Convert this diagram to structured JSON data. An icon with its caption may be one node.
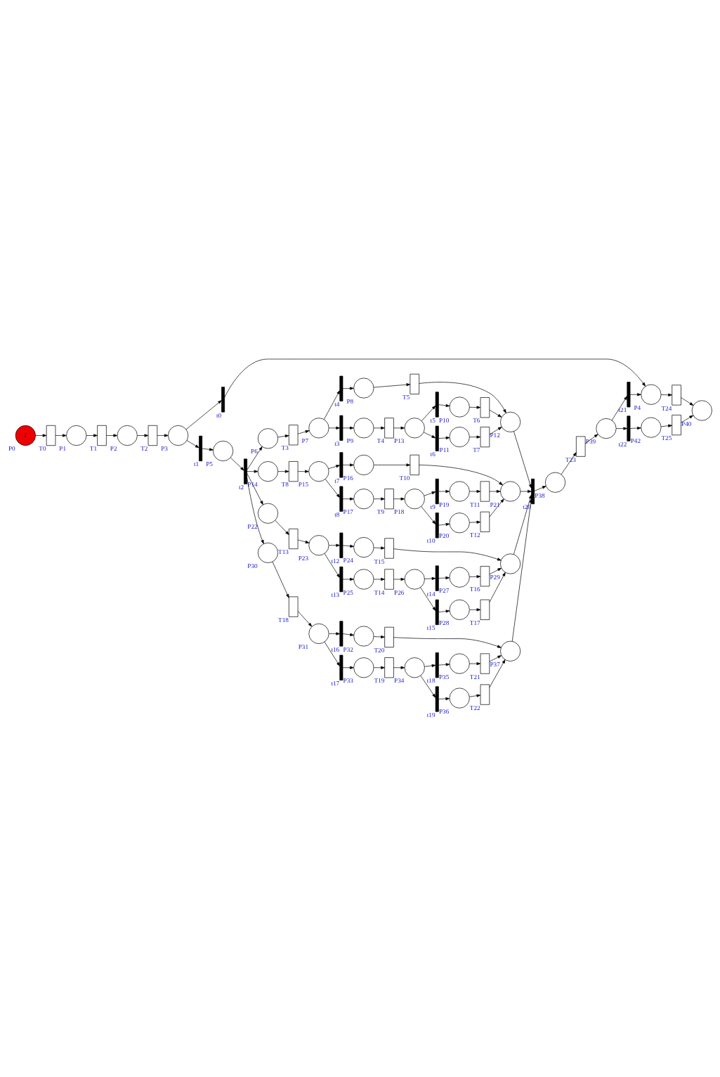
{
  "diagram": {
    "nodes": [
      {
        "text": [
          "1"
        ],
        "beside": [
          "P0"
        ]
      },
      {
        "text": [],
        "shape": "box",
        "beside": [
          "T0"
        ]
      },
      {
        "text": [],
        "shape": "circle",
        "beside": [
          "P1"
        ]
      },
      {
        "text": [],
        "shape": "box",
        "beside": [
          "T1"
        ]
      },
      {
        "text": [],
        "shape": "circle",
        "beside": [
          "P2"
        ]
      },
      {
        "text": [],
        "shape": "box",
        "beside": [
          "T2"
        ]
      },
      {
        "text": [],
        "shape": "circle",
        "beside": [
          "P3"
        ]
      },
      {
        "text": [],
        "shape": "bar",
        "beside": [
          "t0"
        ]
      },
      {
        "text": [],
        "shape": "bar",
        "beside": [
          "t1"
        ]
      },
      {
        "text": [],
        "shape": "circle",
        "beside": [
          "P5"
        ]
      },
      {
        "text": [],
        "shape": "bar",
        "beside": [
          "t2"
        ]
      },
      {
        "text": [],
        "shape": "bar",
        "beside": [
          "t4"
        ]
      },
      {
        "text": [],
        "shape": "circle",
        "beside": [
          "P8"
        ]
      },
      {
        "text": [],
        "shape": "box",
        "beside": [
          "T5"
        ]
      },
      {
        "text": [],
        "shape": "circle",
        "beside": [
          "P12"
        ]
      },
      {
        "text": [],
        "shape": "circle",
        "beside": [
          "P6"
        ]
      },
      {
        "text": [],
        "shape": "box",
        "beside": [
          "T3"
        ]
      },
      {
        "text": [],
        "shape": "circle",
        "beside": [
          "P7"
        ]
      },
      {
        "text": [],
        "shape": "bar",
        "beside": [
          "t3"
        ]
      },
      {
        "text": [],
        "shape": "circle",
        "beside": [
          "P9"
        ]
      },
      {
        "text": [],
        "shape": "box",
        "beside": [
          "T4"
        ]
      },
      {
        "text": [],
        "shape": "circle",
        "beside": [
          "P13"
        ]
      },
      {
        "text": [],
        "shape": "bar",
        "beside": [
          "t5"
        ]
      },
      {
        "text": [],
        "shape": "circle",
        "beside": [
          "P10"
        ]
      },
      {
        "text": [],
        "shape": "box",
        "beside": [
          "T6"
        ]
      },
      {
        "text": [],
        "shape": "bar",
        "beside": [
          "t6"
        ]
      },
      {
        "text": [],
        "shape": "circle",
        "beside": [
          "P11"
        ]
      },
      {
        "text": [],
        "shape": "box",
        "beside": [
          "T7"
        ]
      },
      {
        "text": [],
        "shape": "bar",
        "beside": [
          "t7"
        ]
      },
      {
        "text": [],
        "shape": "circle",
        "beside": [
          "P16"
        ]
      },
      {
        "text": [],
        "shape": "box",
        "beside": [
          "T10"
        ]
      },
      {
        "text": [],
        "shape": "circle",
        "beside": [
          "P21"
        ]
      },
      {
        "text": [],
        "shape": "circle",
        "beside": [
          "P14"
        ]
      },
      {
        "text": [],
        "shape": "box",
        "beside": [
          "T8"
        ]
      },
      {
        "text": [],
        "shape": "circle",
        "beside": [
          "P15"
        ]
      },
      {
        "text": [],
        "shape": "bar",
        "beside": [
          "t8"
        ]
      },
      {
        "text": [],
        "shape": "circle",
        "beside": [
          "P17"
        ]
      },
      {
        "text": [],
        "shape": "box",
        "beside": [
          "T9"
        ]
      },
      {
        "text": [],
        "shape": "circle",
        "beside": [
          "P18"
        ]
      },
      {
        "text": [],
        "shape": "bar",
        "beside": [
          "t9"
        ]
      },
      {
        "text": [],
        "shape": "circle",
        "beside": [
          "P19"
        ]
      },
      {
        "text": [],
        "shape": "box",
        "beside": [
          "T11"
        ]
      },
      {
        "text": [],
        "shape": "bar",
        "beside": [
          "t10"
        ]
      },
      {
        "text": [],
        "shape": "circle",
        "beside": [
          "P20"
        ]
      },
      {
        "text": [],
        "shape": "box",
        "beside": [
          "T12"
        ]
      },
      {
        "text": [],
        "shape": "bar",
        "beside": [
          "t20"
        ]
      },
      {
        "text": [],
        "shape": "bar",
        "beside": [
          "t12"
        ]
      },
      {
        "text": [],
        "shape": "circle",
        "beside": [
          "P24"
        ]
      },
      {
        "text": [],
        "shape": "box",
        "beside": [
          "T15"
        ]
      },
      {
        "text": [],
        "shape": "circle",
        "beside": [
          "P29"
        ]
      },
      {
        "text": [],
        "shape": "circle",
        "beside": [
          "P22"
        ]
      },
      {
        "text": [],
        "shape": "box",
        "beside": [
          "T13"
        ]
      },
      {
        "text": [],
        "shape": "circle",
        "beside": [
          "P23"
        ]
      },
      {
        "text": [],
        "shape": "bar",
        "beside": [
          "t13"
        ]
      },
      {
        "text": [],
        "shape": "circle",
        "beside": [
          "P25"
        ]
      },
      {
        "text": [],
        "shape": "box",
        "beside": [
          "T14"
        ]
      },
      {
        "text": [],
        "shape": "circle",
        "beside": [
          "P26"
        ]
      },
      {
        "text": [],
        "shape": "bar",
        "beside": [
          "t14"
        ]
      },
      {
        "text": [],
        "shape": "circle",
        "beside": [
          "P27"
        ]
      },
      {
        "text": [],
        "shape": "box",
        "beside": [
          "T16"
        ]
      },
      {
        "text": [],
        "shape": "bar",
        "beside": [
          "t15"
        ]
      },
      {
        "text": [],
        "shape": "circle",
        "beside": [
          "P28"
        ]
      },
      {
        "text": [],
        "shape": "box",
        "beside": [
          "T17"
        ]
      },
      {
        "text": [],
        "shape": "bar",
        "beside": [
          "t16"
        ]
      },
      {
        "text": [],
        "shape": "circle",
        "beside": [
          "P32"
        ]
      },
      {
        "text": [],
        "shape": "box",
        "beside": [
          "T20"
        ]
      },
      {
        "text": [],
        "shape": "circle",
        "beside": [
          "P37"
        ]
      },
      {
        "text": [],
        "shape": "circle",
        "beside": [
          "P30"
        ]
      },
      {
        "text": [],
        "shape": "box",
        "beside": [
          "T18"
        ]
      },
      {
        "text": [],
        "shape": "circle",
        "beside": [
          "P31"
        ]
      },
      {
        "text": [],
        "shape": "bar",
        "beside": [
          "t17"
        ]
      },
      {
        "text": [],
        "shape": "circle",
        "beside": [
          "P33"
        ]
      },
      {
        "text": [],
        "shape": "box",
        "beside": [
          "T19"
        ]
      },
      {
        "text": [],
        "shape": "circle",
        "beside": [
          "P34"
        ]
      },
      {
        "text": [],
        "shape": "bar",
        "beside": [
          "t18"
        ]
      },
      {
        "text": [],
        "shape": "circle",
        "beside": [
          "P35"
        ]
      },
      {
        "text": [],
        "shape": "box",
        "beside": [
          "T21"
        ]
      },
      {
        "text": [],
        "shape": "bar",
        "beside": [
          "t19"
        ]
      },
      {
        "text": [],
        "shape": "circle",
        "beside": [
          "P36"
        ]
      },
      {
        "text": [],
        "shape": "box",
        "beside": [
          "T22"
        ]
      },
      {
        "text": [],
        "shape": "circle",
        "beside": [
          "P38"
        ]
      },
      {
        "text": [],
        "shape": "box",
        "beside": [
          "T23"
        ]
      },
      {
        "text": [],
        "shape": "circle",
        "beside": [
          "P39"
        ]
      },
      {
        "text": [],
        "shape": "bar",
        "beside": [
          "t21"
        ]
      },
      {
        "text": [],
        "shape": "circle",
        "beside": [
          "P4"
        ]
      },
      {
        "text": [],
        "shape": "box",
        "beside": [
          "T24"
        ]
      },
      {
        "text": [],
        "shape": "circle",
        "beside": [
          "P40"
        ]
      },
      {
        "text": [],
        "shape": "bar",
        "beside": [
          "t22"
        ]
      },
      {
        "text": [],
        "shape": "circle",
        "beside": [
          "P42"
        ]
      },
      {
        "text": [],
        "shape": "box",
        "beside": [
          "T25"
        ]
      }
    ],
    "edges": [
      {
        "from": 0,
        "to": 1,
        "arrow": "to"
      },
      {
        "from": 1,
        "to": 2,
        "arrow": "to"
      },
      {
        "from": 2,
        "to": 3,
        "arrow": "to"
      },
      {
        "from": 3,
        "to": 4,
        "arrow": "to"
      },
      {
        "from": 4,
        "to": 5,
        "arrow": "to"
      },
      {
        "from": 5,
        "to": 6,
        "arrow": "to"
      },
      {
        "from": 6,
        "to": 7,
        "arrow": "to"
      },
      {
        "from": 6,
        "to": 8,
        "arrow": "to"
      },
      {
        "from": 8,
        "to": 9,
        "arrow": "to"
      },
      {
        "from": 9,
        "to": 10,
        "arrow": "to"
      },
      {
        "from": 7,
        "to": 84,
        "arrow": "to"
      },
      {
        "from": 10,
        "to": 15,
        "arrow": "to"
      },
      {
        "from": 15,
        "to": 16,
        "arrow": "to"
      },
      {
        "from": 16,
        "to": 17,
        "arrow": "to"
      },
      {
        "from": 17,
        "to": 11,
        "arrow": "to"
      },
      {
        "from": 17,
        "to": 18,
        "arrow": "to"
      },
      {
        "from": 11,
        "to": 12,
        "arrow": "to"
      },
      {
        "from": 18,
        "to": 19,
        "arrow": "to"
      },
      {
        "from": 12,
        "to": 13,
        "arrow": "to"
      },
      {
        "from": 19,
        "to": 20,
        "arrow": "to"
      },
      {
        "from": 20,
        "to": 21,
        "arrow": "to"
      },
      {
        "from": 21,
        "to": 22,
        "arrow": "to"
      },
      {
        "from": 21,
        "to": 25,
        "arrow": "to"
      },
      {
        "from": 22,
        "to": 23,
        "arrow": "to"
      },
      {
        "from": 25,
        "to": 26,
        "arrow": "to"
      },
      {
        "from": 23,
        "to": 24,
        "arrow": "to"
      },
      {
        "from": 26,
        "to": 27,
        "arrow": "to"
      },
      {
        "from": 13,
        "to": 14,
        "arrow": "to"
      },
      {
        "from": 24,
        "to": 14,
        "arrow": "to"
      },
      {
        "from": 27,
        "to": 14,
        "arrow": "to"
      },
      {
        "from": 14,
        "to": 45,
        "arrow": "to"
      },
      {
        "from": 10,
        "to": 32,
        "arrow": "to"
      },
      {
        "from": 32,
        "to": 33,
        "arrow": "to"
      },
      {
        "from": 33,
        "to": 34,
        "arrow": "to"
      },
      {
        "from": 34,
        "to": 28,
        "arrow": "to"
      },
      {
        "from": 34,
        "to": 35,
        "arrow": "to"
      },
      {
        "from": 28,
        "to": 29,
        "arrow": "to"
      },
      {
        "from": 35,
        "to": 36,
        "arrow": "to"
      },
      {
        "from": 29,
        "to": 30,
        "arrow": "to"
      },
      {
        "from": 36,
        "to": 37,
        "arrow": "to"
      },
      {
        "from": 37,
        "to": 38,
        "arrow": "to"
      },
      {
        "from": 38,
        "to": 39,
        "arrow": "to"
      },
      {
        "from": 38,
        "to": 42,
        "arrow": "to"
      },
      {
        "from": 39,
        "to": 40,
        "arrow": "to"
      },
      {
        "from": 42,
        "to": 43,
        "arrow": "to"
      },
      {
        "from": 40,
        "to": 41,
        "arrow": "to"
      },
      {
        "from": 43,
        "to": 44,
        "arrow": "to"
      },
      {
        "from": 30,
        "to": 31,
        "arrow": "to"
      },
      {
        "from": 41,
        "to": 31,
        "arrow": "to"
      },
      {
        "from": 44,
        "to": 31,
        "arrow": "to"
      },
      {
        "from": 31,
        "to": 45,
        "arrow": "to"
      },
      {
        "from": 10,
        "to": 50,
        "arrow": "to"
      },
      {
        "from": 50,
        "to": 51,
        "arrow": "to"
      },
      {
        "from": 51,
        "to": 52,
        "arrow": "to"
      },
      {
        "from": 52,
        "to": 46,
        "arrow": "to"
      },
      {
        "from": 52,
        "to": 53,
        "arrow": "to"
      },
      {
        "from": 46,
        "to": 47,
        "arrow": "to"
      },
      {
        "from": 53,
        "to": 54,
        "arrow": "to"
      },
      {
        "from": 47,
        "to": 48,
        "arrow": "to"
      },
      {
        "from": 54,
        "to": 55,
        "arrow": "to"
      },
      {
        "from": 55,
        "to": 56,
        "arrow": "to"
      },
      {
        "from": 56,
        "to": 57,
        "arrow": "to"
      },
      {
        "from": 56,
        "to": 60,
        "arrow": "to"
      },
      {
        "from": 57,
        "to": 58,
        "arrow": "to"
      },
      {
        "from": 60,
        "to": 61,
        "arrow": "to"
      },
      {
        "from": 58,
        "to": 59,
        "arrow": "to"
      },
      {
        "from": 61,
        "to": 62,
        "arrow": "to"
      },
      {
        "from": 48,
        "to": 49,
        "arrow": "to"
      },
      {
        "from": 59,
        "to": 49,
        "arrow": "to"
      },
      {
        "from": 62,
        "to": 49,
        "arrow": "to"
      },
      {
        "from": 49,
        "to": 45,
        "arrow": "to"
      },
      {
        "from": 10,
        "to": 67,
        "arrow": "to"
      },
      {
        "from": 67,
        "to": 68,
        "arrow": "to"
      },
      {
        "from": 68,
        "to": 69,
        "arrow": "to"
      },
      {
        "from": 69,
        "to": 63,
        "arrow": "to"
      },
      {
        "from": 69,
        "to": 70,
        "arrow": "to"
      },
      {
        "from": 63,
        "to": 64,
        "arrow": "to"
      },
      {
        "from": 70,
        "to": 71,
        "arrow": "to"
      },
      {
        "from": 64,
        "to": 65,
        "arrow": "to"
      },
      {
        "from": 71,
        "to": 72,
        "arrow": "to"
      },
      {
        "from": 72,
        "to": 73,
        "arrow": "to"
      },
      {
        "from": 73,
        "to": 74,
        "arrow": "to"
      },
      {
        "from": 73,
        "to": 77,
        "arrow": "to"
      },
      {
        "from": 74,
        "to": 75,
        "arrow": "to"
      },
      {
        "from": 77,
        "to": 78,
        "arrow": "to"
      },
      {
        "from": 75,
        "to": 76,
        "arrow": "to"
      },
      {
        "from": 78,
        "to": 79,
        "arrow": "to"
      },
      {
        "from": 65,
        "to": 66,
        "arrow": "to"
      },
      {
        "from": 76,
        "to": 66,
        "arrow": "to"
      },
      {
        "from": 79,
        "to": 66,
        "arrow": "to"
      },
      {
        "from": 66,
        "to": 45,
        "arrow": "to"
      },
      {
        "from": 45,
        "to": 80,
        "arrow": "to"
      },
      {
        "from": 80,
        "to": 81,
        "arrow": "to"
      },
      {
        "from": 81,
        "to": 82,
        "arrow": "to"
      },
      {
        "from": 82,
        "to": 83,
        "arrow": "to"
      },
      {
        "from": 82,
        "to": 87,
        "arrow": "to"
      },
      {
        "from": 83,
        "to": 84,
        "arrow": "to"
      },
      {
        "from": 87,
        "to": 88,
        "arrow": "to"
      },
      {
        "from": 84,
        "to": 85,
        "arrow": "to"
      },
      {
        "from": 88,
        "to": 89,
        "arrow": "to"
      },
      {
        "from": 85,
        "to": 86,
        "arrow": "to"
      },
      {
        "from": 89,
        "to": 86,
        "arrow": "to"
      }
    ]
  }
}
